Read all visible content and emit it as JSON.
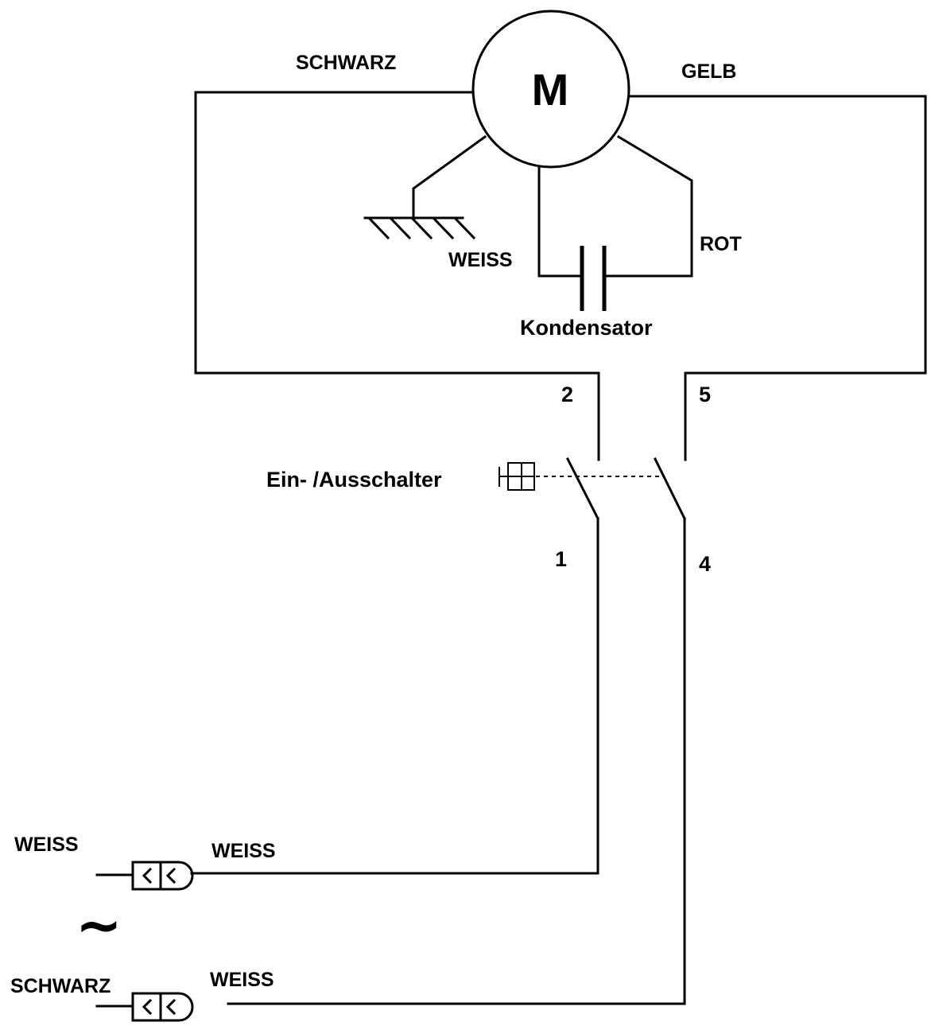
{
  "motor": {
    "symbol": "M"
  },
  "wires": {
    "motor_left": "SCHWARZ",
    "motor_right": "GELB",
    "ground": "WEISS",
    "capacitor_right": "ROT"
  },
  "capacitor": {
    "label": "Kondensator"
  },
  "switch": {
    "label": "Ein- /Ausschalter",
    "terminal_top_left": "2",
    "terminal_top_right": "5",
    "terminal_bottom_left": "1",
    "terminal_bottom_right": "4"
  },
  "supply": {
    "top_outer": "WEISS",
    "top_inner": "WEISS",
    "bottom_outer": "SCHWARZ",
    "bottom_inner": "WEISS",
    "ac_symbol": "~"
  },
  "icons": {
    "motor": "motor-circle-icon",
    "ground": "ground-icon",
    "capacitor": "capacitor-icon",
    "switch": "double-pole-switch-icon",
    "connector": "plug-connector-icon"
  }
}
